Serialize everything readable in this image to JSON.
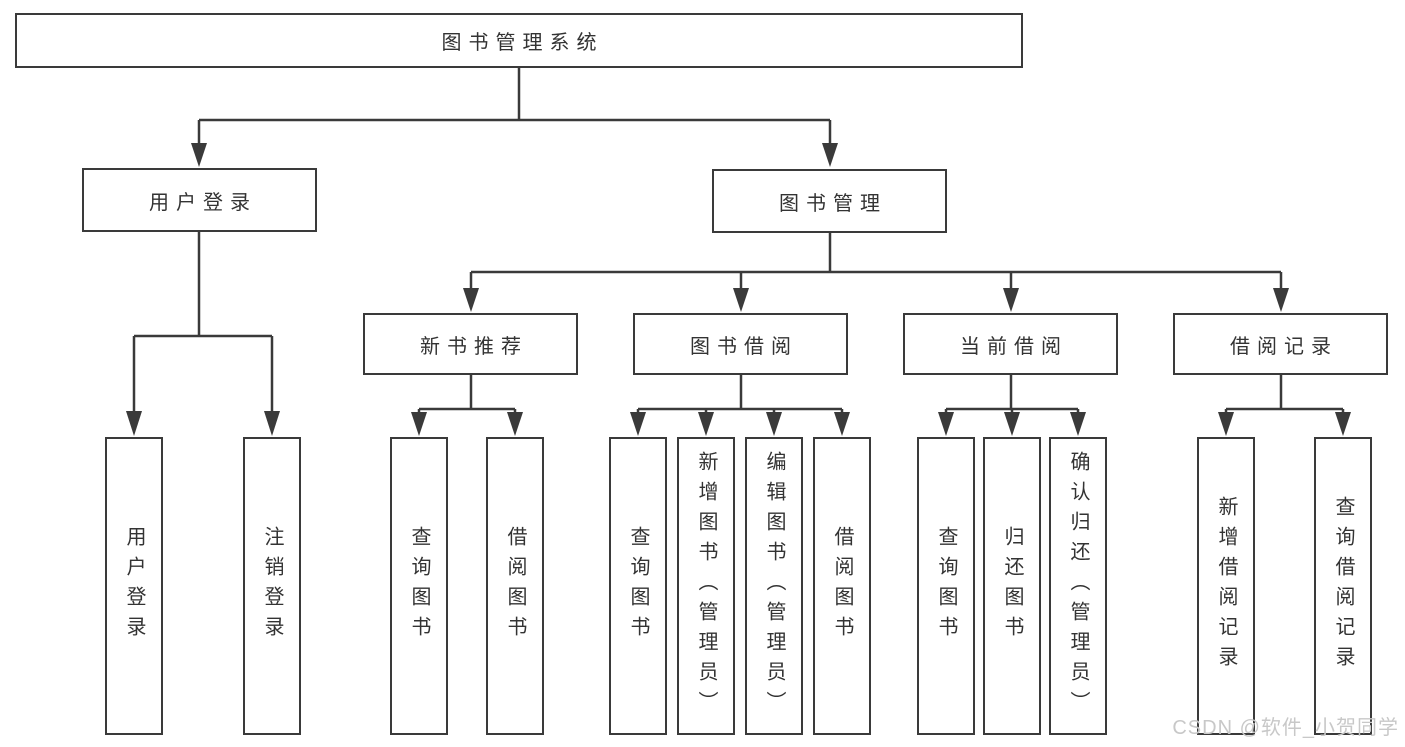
{
  "tree": {
    "root": {
      "label": "图书管理系统",
      "children": [
        {
          "label": "用户登录",
          "children": [
            {
              "label": "用户登录"
            },
            {
              "label": "注销登录"
            }
          ]
        },
        {
          "label": "图书管理",
          "children": [
            {
              "label": "新书推荐",
              "children": [
                {
                  "label": "查询图书"
                },
                {
                  "label": "借阅图书"
                }
              ]
            },
            {
              "label": "图书借阅",
              "children": [
                {
                  "label": "查询图书"
                },
                {
                  "label": "新增图书（管理员）"
                },
                {
                  "label": "编辑图书（管理员）"
                },
                {
                  "label": "借阅图书"
                }
              ]
            },
            {
              "label": "当前借阅",
              "children": [
                {
                  "label": "查询图书"
                },
                {
                  "label": "归还图书"
                },
                {
                  "label": "确认归还（管理员）"
                }
              ]
            },
            {
              "label": "借阅记录",
              "children": [
                {
                  "label": "新增借阅记录"
                },
                {
                  "label": "查询借阅记录"
                }
              ]
            }
          ]
        }
      ]
    }
  },
  "watermark": {
    "text": "CSDN @软件_小贺同学"
  },
  "colors": {
    "line": "#3a3a3a",
    "text": "#333333",
    "watermark": "#c8c8c8",
    "background": "#ffffff"
  }
}
